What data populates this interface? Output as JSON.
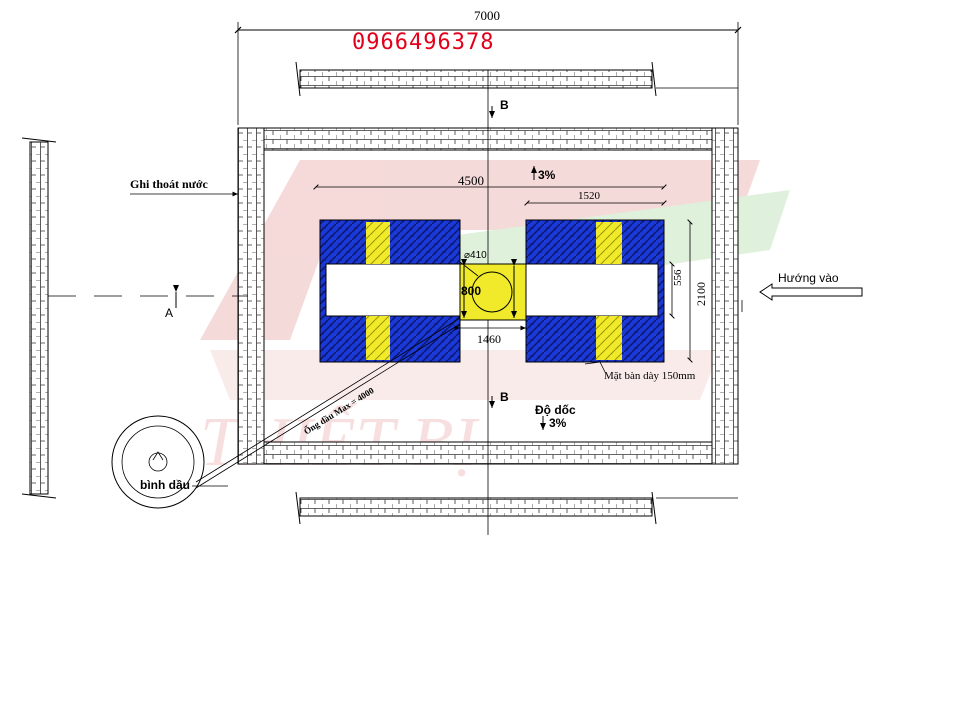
{
  "phone": "0966496378",
  "dims": {
    "total_width": "7000",
    "inner_span": "4500",
    "pad_length": "1520",
    "pad_gap": "1460",
    "pad_depth": "2100",
    "pad_inner": "556",
    "center_box": "800",
    "diameter": "410"
  },
  "labels": {
    "drain_grate": "Ghi thoát nước",
    "entry_direction": "Hướng vào",
    "slab": "Mặt bàn dày  150mm",
    "slope_title": "Độ dốc",
    "slope_top": "3%",
    "slope_bottom": "3%",
    "oil_pipe": "Ống dầu Max = 4000",
    "oil_tank": "bình dầu",
    "section_a": "A",
    "section_b_top": "B",
    "section_b_bottom": "B"
  },
  "colors": {
    "pad_blue": "#1b39d6",
    "stripe_yellow": "#f0ea2a",
    "brick_fill": "#ffffff",
    "watermark_red": "#f3c9c9",
    "watermark_green": "#d3ebd0",
    "phone_red": "#e3001b"
  }
}
